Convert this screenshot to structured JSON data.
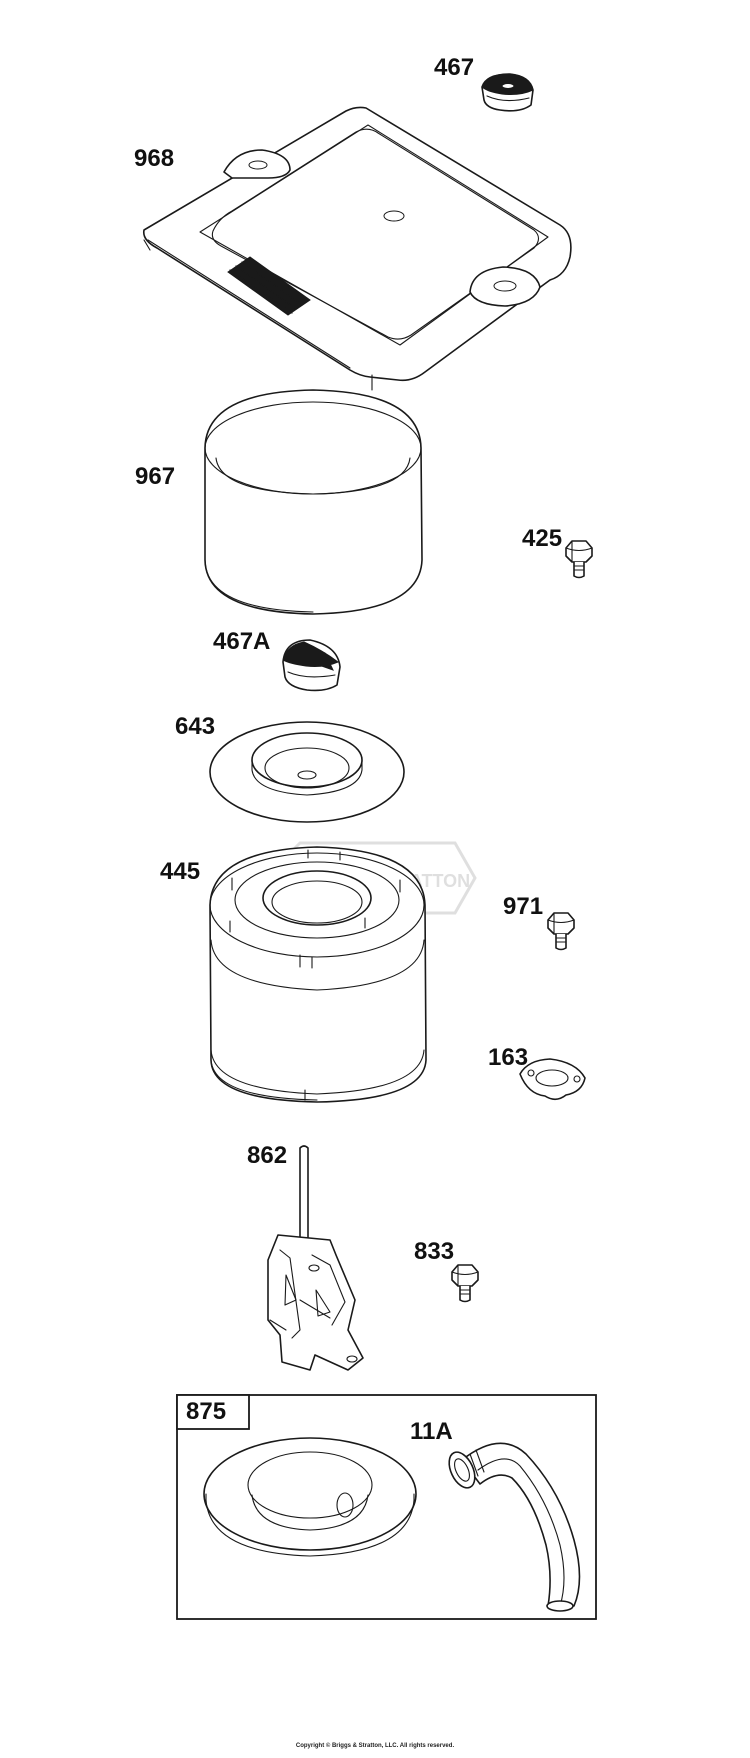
{
  "parts": [
    {
      "id": "467",
      "label": "467"
    },
    {
      "id": "968",
      "label": "968"
    },
    {
      "id": "967",
      "label": "967"
    },
    {
      "id": "425",
      "label": "425"
    },
    {
      "id": "467A",
      "label": "467A"
    },
    {
      "id": "643",
      "label": "643"
    },
    {
      "id": "445",
      "label": "445"
    },
    {
      "id": "971",
      "label": "971"
    },
    {
      "id": "163",
      "label": "163"
    },
    {
      "id": "862",
      "label": "862"
    },
    {
      "id": "833",
      "label": "833"
    },
    {
      "id": "875",
      "label": "875"
    },
    {
      "id": "11A",
      "label": "11A"
    }
  ],
  "watermark": "BRIGGS & STRATTON",
  "copyright": "Copyright © Briggs & Stratton, LLC. All rights reserved."
}
